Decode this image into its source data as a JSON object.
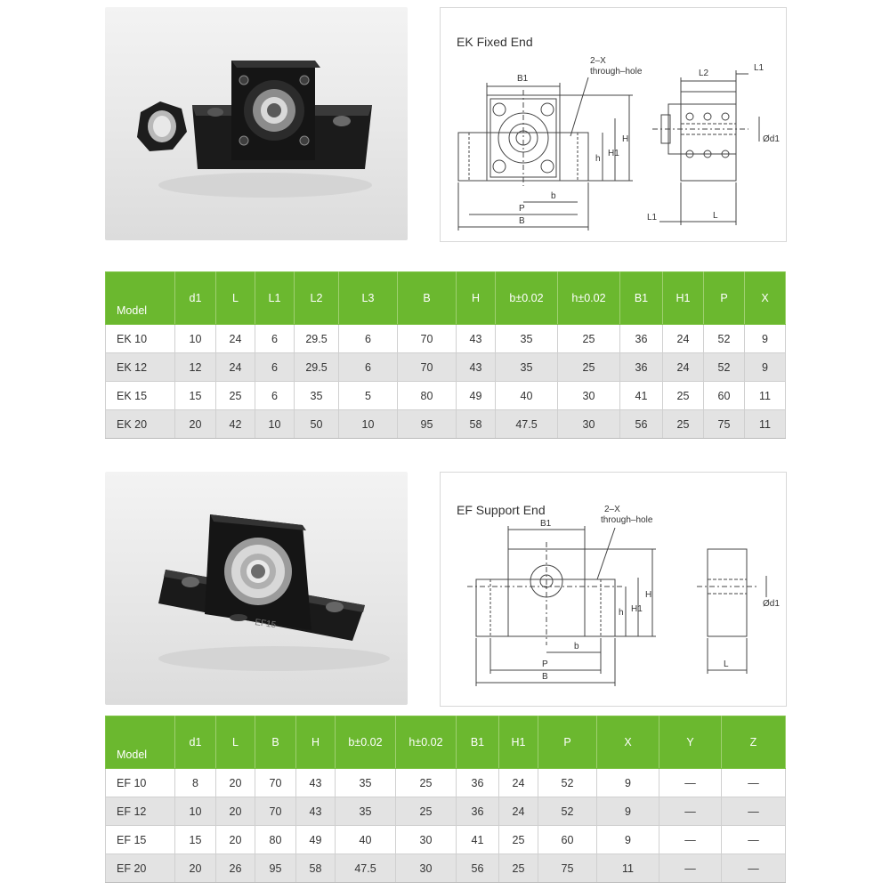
{
  "ek": {
    "drawing_title": "EK Fixed End",
    "labels": {
      "through_hole_1": "2–X",
      "through_hole_2": "through–hole",
      "B1": "B1",
      "L2": "L2",
      "L1_top": "L1",
      "d1": "Ød1",
      "h": "h",
      "H1": "H1",
      "H": "H",
      "b": "b",
      "P": "P",
      "B": "B",
      "L1_bottom": "L1",
      "L": "L"
    },
    "table": {
      "headers": [
        "Model",
        "d1",
        "L",
        "L1",
        "L2",
        "L3",
        "B",
        "H",
        "b±0.02",
        "h±0.02",
        "B1",
        "H1",
        "P",
        "X"
      ],
      "rows": [
        [
          "EK 10",
          "10",
          "24",
          "6",
          "29.5",
          "6",
          "70",
          "43",
          "35",
          "25",
          "36",
          "24",
          "52",
          "9"
        ],
        [
          "EK 12",
          "12",
          "24",
          "6",
          "29.5",
          "6",
          "70",
          "43",
          "35",
          "25",
          "36",
          "24",
          "52",
          "9"
        ],
        [
          "EK 15",
          "15",
          "25",
          "6",
          "35",
          "5",
          "80",
          "49",
          "40",
          "30",
          "41",
          "25",
          "60",
          "11"
        ],
        [
          "EK 20",
          "20",
          "42",
          "10",
          "50",
          "10",
          "95",
          "58",
          "47.5",
          "30",
          "56",
          "25",
          "75",
          "11"
        ]
      ]
    }
  },
  "ef": {
    "drawing_title": "EF Support End",
    "labels": {
      "through_hole_1": "2–X",
      "through_hole_2": "through–hole",
      "B1": "B1",
      "d1": "Ød1",
      "h": "h",
      "H1": "H1",
      "H": "H",
      "b": "b",
      "P": "P",
      "B": "B",
      "L": "L"
    },
    "product_marking": "EF15",
    "table": {
      "headers": [
        "Model",
        "d1",
        "L",
        "B",
        "H",
        "b±0.02",
        "h±0.02",
        "B1",
        "H1",
        "P",
        "X",
        "Y",
        "Z"
      ],
      "rows": [
        [
          "EF 10",
          "8",
          "20",
          "70",
          "43",
          "35",
          "25",
          "36",
          "24",
          "52",
          "9",
          "—",
          "—"
        ],
        [
          "EF 12",
          "10",
          "20",
          "70",
          "43",
          "35",
          "25",
          "36",
          "24",
          "52",
          "9",
          "—",
          "—"
        ],
        [
          "EF 15",
          "15",
          "20",
          "80",
          "49",
          "40",
          "30",
          "41",
          "25",
          "60",
          "9",
          "—",
          "—"
        ],
        [
          "EF 20",
          "20",
          "26",
          "95",
          "58",
          "47.5",
          "30",
          "56",
          "25",
          "75",
          "11",
          "—",
          "—"
        ]
      ]
    }
  },
  "colors": {
    "header_green": "#6bb82f",
    "row_gray": "#e3e3e3",
    "line": "#444444"
  }
}
